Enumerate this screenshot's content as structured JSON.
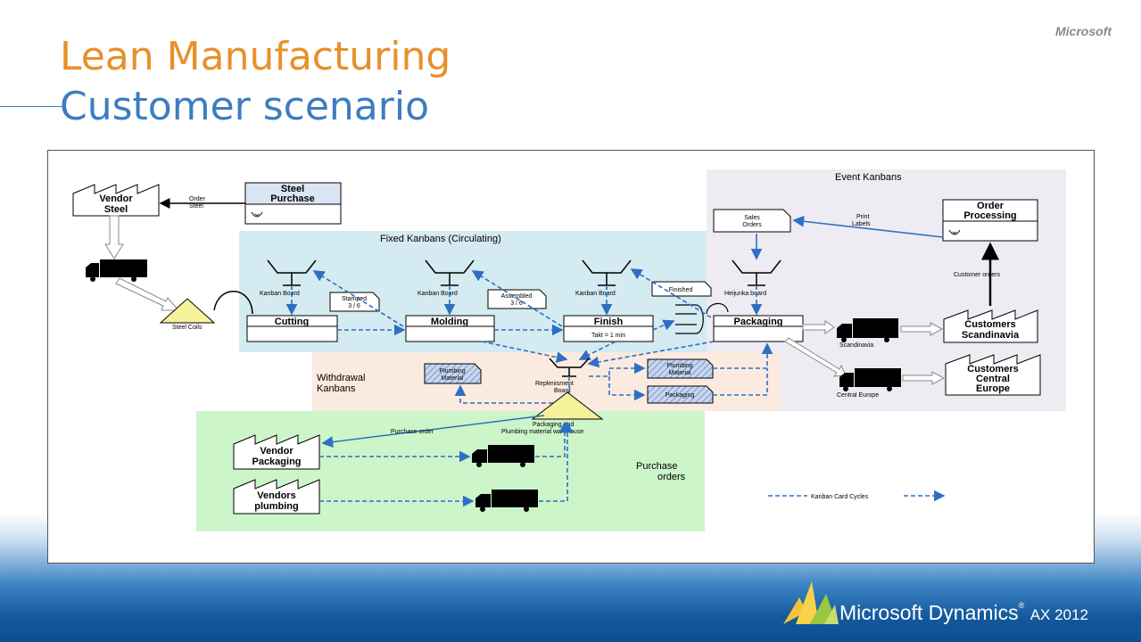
{
  "slide": {
    "title_line1": "Lean Manufacturing",
    "title_line2": "Customer scenario",
    "corner_logo": "Microsoft",
    "product_name": "Microsoft Dynamics",
    "product_reg": "®",
    "product_version": "AX 2012"
  },
  "diagram": {
    "zones": {
      "event": "Event Kanbans",
      "fixed": "Fixed Kanbans (Circulating)",
      "withdrawal_1": "Withdrawal",
      "withdrawal_2": "Kanbans",
      "purchase_1": "Purchase",
      "purchase_2": "orders"
    },
    "factories": {
      "vendor_steel": [
        "Vendor",
        "Steel"
      ],
      "customers_scandinavia": [
        "Customers",
        "Scandinavia"
      ],
      "customers_central_europe": [
        "Customers",
        "Central",
        "Europe"
      ],
      "vendor_packaging": [
        "Vendor",
        "Packaging"
      ],
      "vendors_plumbing": [
        "Vendors",
        "plumbing"
      ]
    },
    "data_boxes": {
      "steel_purchase": [
        "Steel",
        "Purchase"
      ],
      "order_processing": [
        "Order",
        "Processing"
      ]
    },
    "processes": {
      "cutting": "Cutting",
      "molding": "Molding",
      "finish": "Finish",
      "finish_takt": "Takt = 1 min",
      "packaging": "Packaging"
    },
    "boards": {
      "kanban_board": "Kanban Board",
      "heijunka": "Heijunka board",
      "replenishment_1": "Replenisment",
      "replenishment_2": "Board"
    },
    "cards": {
      "stamped": [
        "Stamped",
        "3 / 6"
      ],
      "assembled": [
        "Assembled",
        "3 / 6"
      ],
      "finished": "Finished",
      "sales_orders": [
        "Sales",
        "Orders"
      ],
      "plumbing_material": [
        "Plumbing",
        "Material"
      ],
      "packaging": "Packaging"
    },
    "labels": {
      "order_steel": [
        "Order",
        "Steel"
      ],
      "steel_coils": "Steel Coils",
      "print_labels": [
        "Print",
        "Labels"
      ],
      "customer_orders": "Customer orders",
      "scandinavia": "Scandinavia",
      "central_europe": "Central Europe",
      "purchase_order": "Purchase order",
      "warehouse_1": "Packaging and",
      "warehouse_2": "Plumbing material warehouse",
      "kanban_card_cycles": "Kanban Card Cycles"
    },
    "colors": {
      "title_orange": "#e8902a",
      "title_blue": "#3d7cc0",
      "event_zone": "#eeecf2",
      "fixed_zone": "#d3ebf1",
      "withdrawal_zone": "#fbeadf",
      "purchase_zone": "#ccf5c9",
      "flow_blue": "#2e6fc4",
      "inventory_yellow": "#f6f19b"
    }
  }
}
